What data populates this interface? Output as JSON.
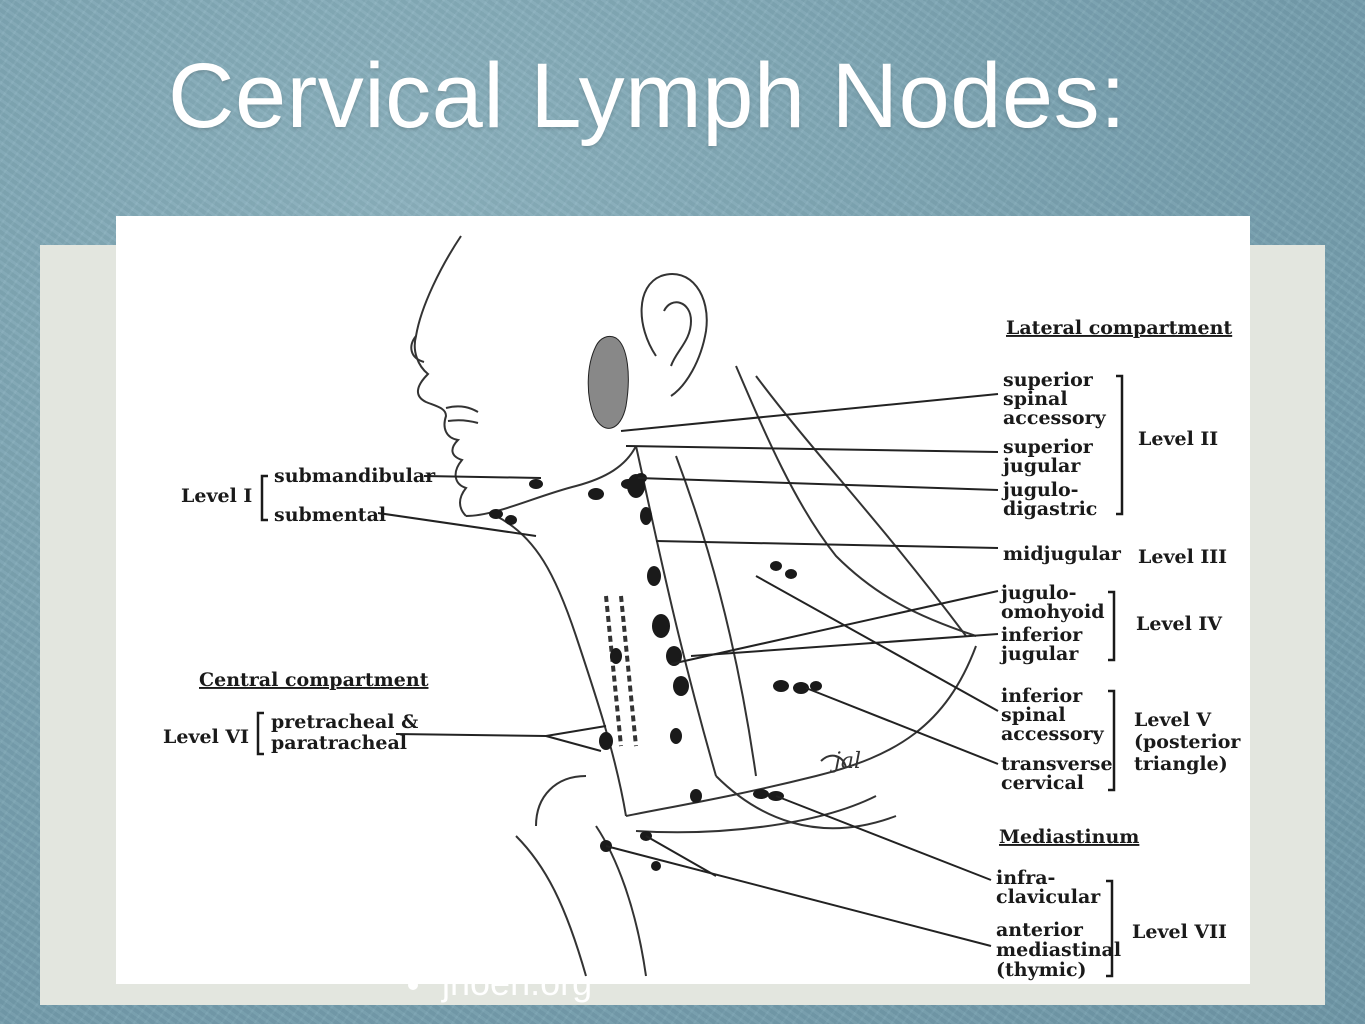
{
  "slide": {
    "title": "Cervical Lymph Nodes:",
    "credit": "jhoen.org"
  },
  "diagram": {
    "lateral_header": "Lateral compartment",
    "central_header": "Central compartment",
    "mediastinum_header": "Mediastinum",
    "signature": "jal",
    "level_i": {
      "label": "Level I",
      "nodes": [
        "submandibular",
        "submental"
      ]
    },
    "level_vi": {
      "label": "Level VI",
      "nodes": [
        "pretracheal &",
        "paratracheal"
      ]
    },
    "right_nodes": {
      "sup_spinal": [
        "superior",
        "spinal",
        "accessory"
      ],
      "sup_jugular": [
        "superior",
        "jugular"
      ],
      "jugulo_digastric": [
        "jugulo-",
        "digastric"
      ],
      "midjugular": [
        "midjugular"
      ],
      "jugulo_omohyoid": [
        "jugulo-",
        "omohyoid"
      ],
      "inf_jugular": [
        "inferior",
        "jugular"
      ],
      "inf_spinal": [
        "inferior",
        "spinal",
        "accessory"
      ],
      "transverse": [
        "transverse",
        "cervical"
      ],
      "infra_clav": [
        "infra-",
        "clavicular"
      ],
      "ant_med": [
        "anterior",
        "mediastinal",
        "(thymic)"
      ]
    },
    "right_levels": {
      "level_ii": [
        "Level II"
      ],
      "level_iii": [
        "Level III"
      ],
      "level_iv": [
        "Level IV"
      ],
      "level_v": [
        "Level V",
        "(posterior",
        "triangle)"
      ],
      "level_vii": [
        "Level VII"
      ]
    }
  }
}
